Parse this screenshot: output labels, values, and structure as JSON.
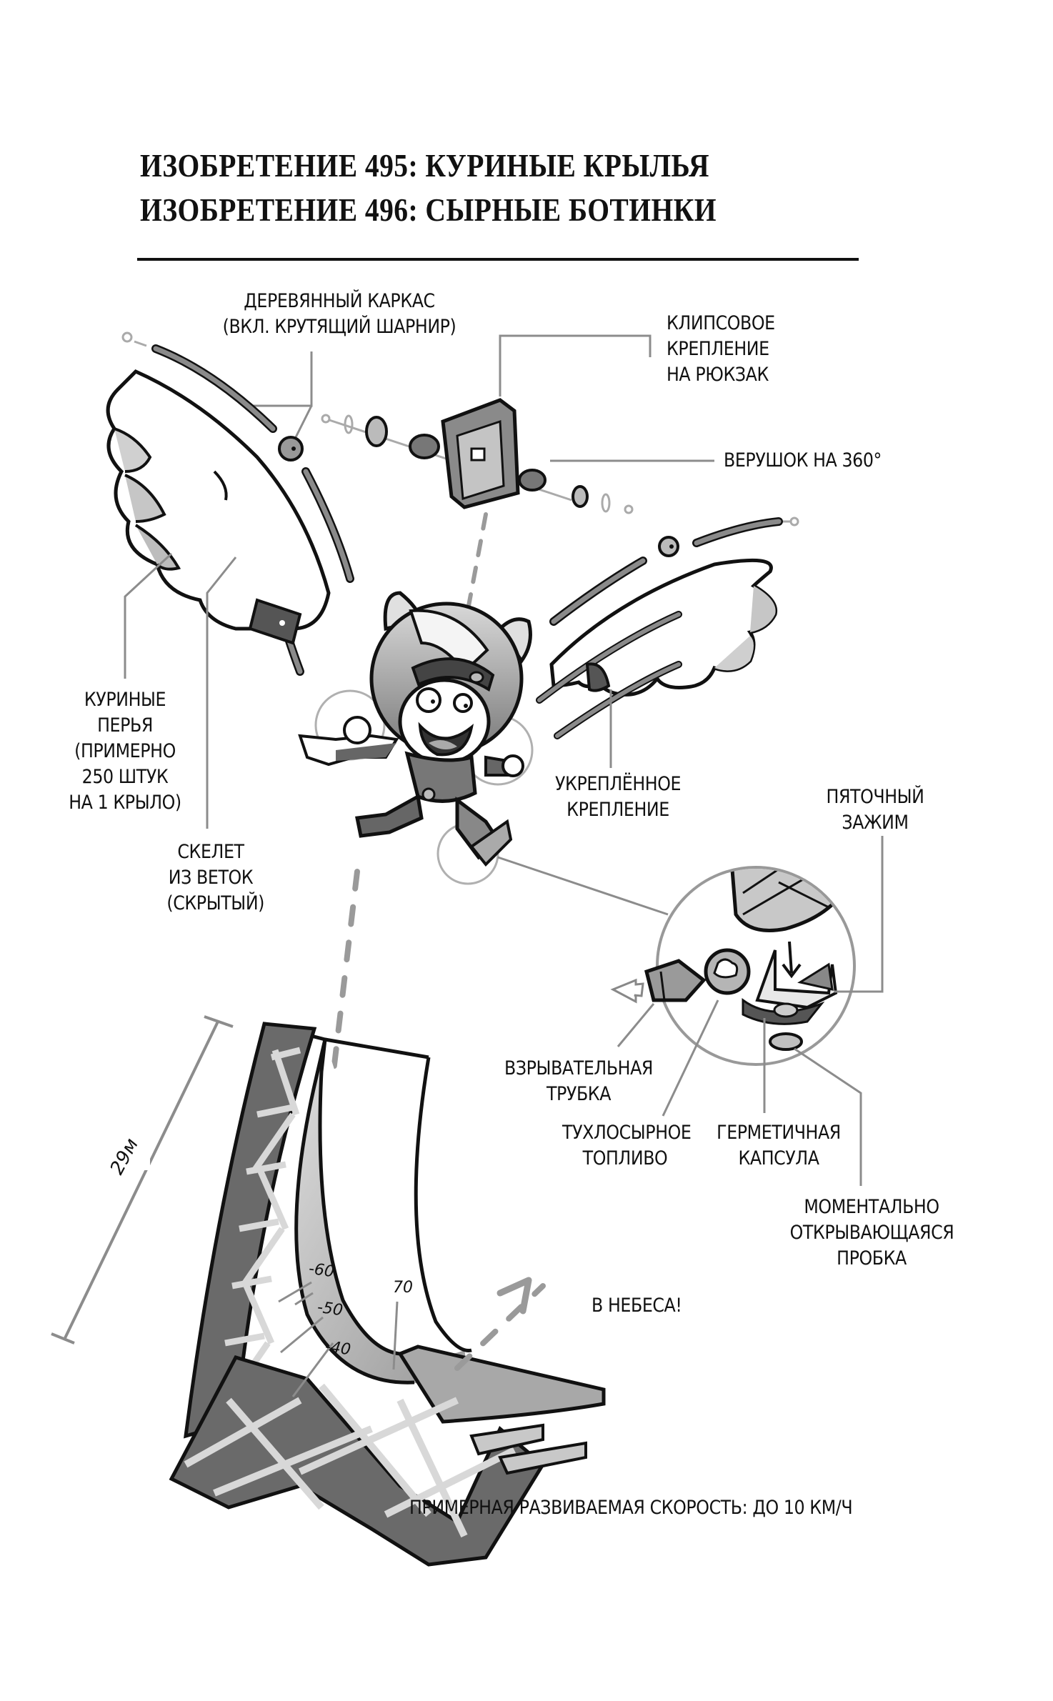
{
  "header": {
    "title_line_1": "ИЗОБРЕТЕНИЕ 495: КУРИНЫЕ КРЫЛЬЯ",
    "title_line_2": "ИЗОБРЕТЕНИЕ 496: СЫРНЫЕ БОТИНКИ"
  },
  "wing_labels": {
    "wooden_frame": [
      "ДЕРЕВЯННЫЙ КАРКАС",
      "(ВКЛ. КРУТЯЩИЙ ШАРНИР)"
    ],
    "backpack_clip": [
      "КЛИПСОВОЕ",
      "КРЕПЛЕНИЕ",
      "НА РЮКЗАК"
    ],
    "swivel": [
      "ВЕРУШОК НА 360°"
    ],
    "chicken_feathers": [
      "КУРИНЫЕ",
      "ПЕРЬЯ",
      "(ПРИМЕРНО",
      "250 ШТУК",
      "НА 1 КРЫЛО)"
    ],
    "twig_skeleton": [
      "СКЕЛЕТ",
      "ИЗ ВЕТОК",
      "(СКРЫТЫЙ)"
    ],
    "reinforced_mount": [
      "УКРЕПЛЁННОЕ",
      "КРЕПЛЕНИЕ"
    ]
  },
  "boot_labels": {
    "heel_clamp": [
      "ПЯТОЧНЫЙ",
      "ЗАЖИМ"
    ],
    "blast_tube": [
      "ВЗРЫВАТЕЛЬНАЯ",
      "ТРУБКА"
    ],
    "cheese_fuel": [
      "ТУХЛОСЫРНОЕ",
      "ТОПЛИВО"
    ],
    "sealed_capsule": [
      "ГЕРМЕТИЧНАЯ",
      "КАПСУЛА"
    ],
    "instant_cork": [
      "МОМЕНТАЛЬНО",
      "ОТКРЫВАЮЩАЯСЯ",
      "ПРОБКА"
    ]
  },
  "ramp": {
    "height_label": "29м",
    "angle_ticks": [
      "-60",
      "-50",
      "-40",
      "70"
    ],
    "to_the_skies": "В НЕБЕСА!",
    "speed_note": "ПРИМЕРНАЯ РАЗВИВАЕМАЯ СКОРОСТЬ: ДО 10 КМ/Ч"
  },
  "colors": {
    "ink": "#111111",
    "leader_gray": "#8c8c8c",
    "mid_gray": "#9a9a9a",
    "light_gray": "#cfcfcf",
    "dark_gray": "#5a5a5a"
  }
}
